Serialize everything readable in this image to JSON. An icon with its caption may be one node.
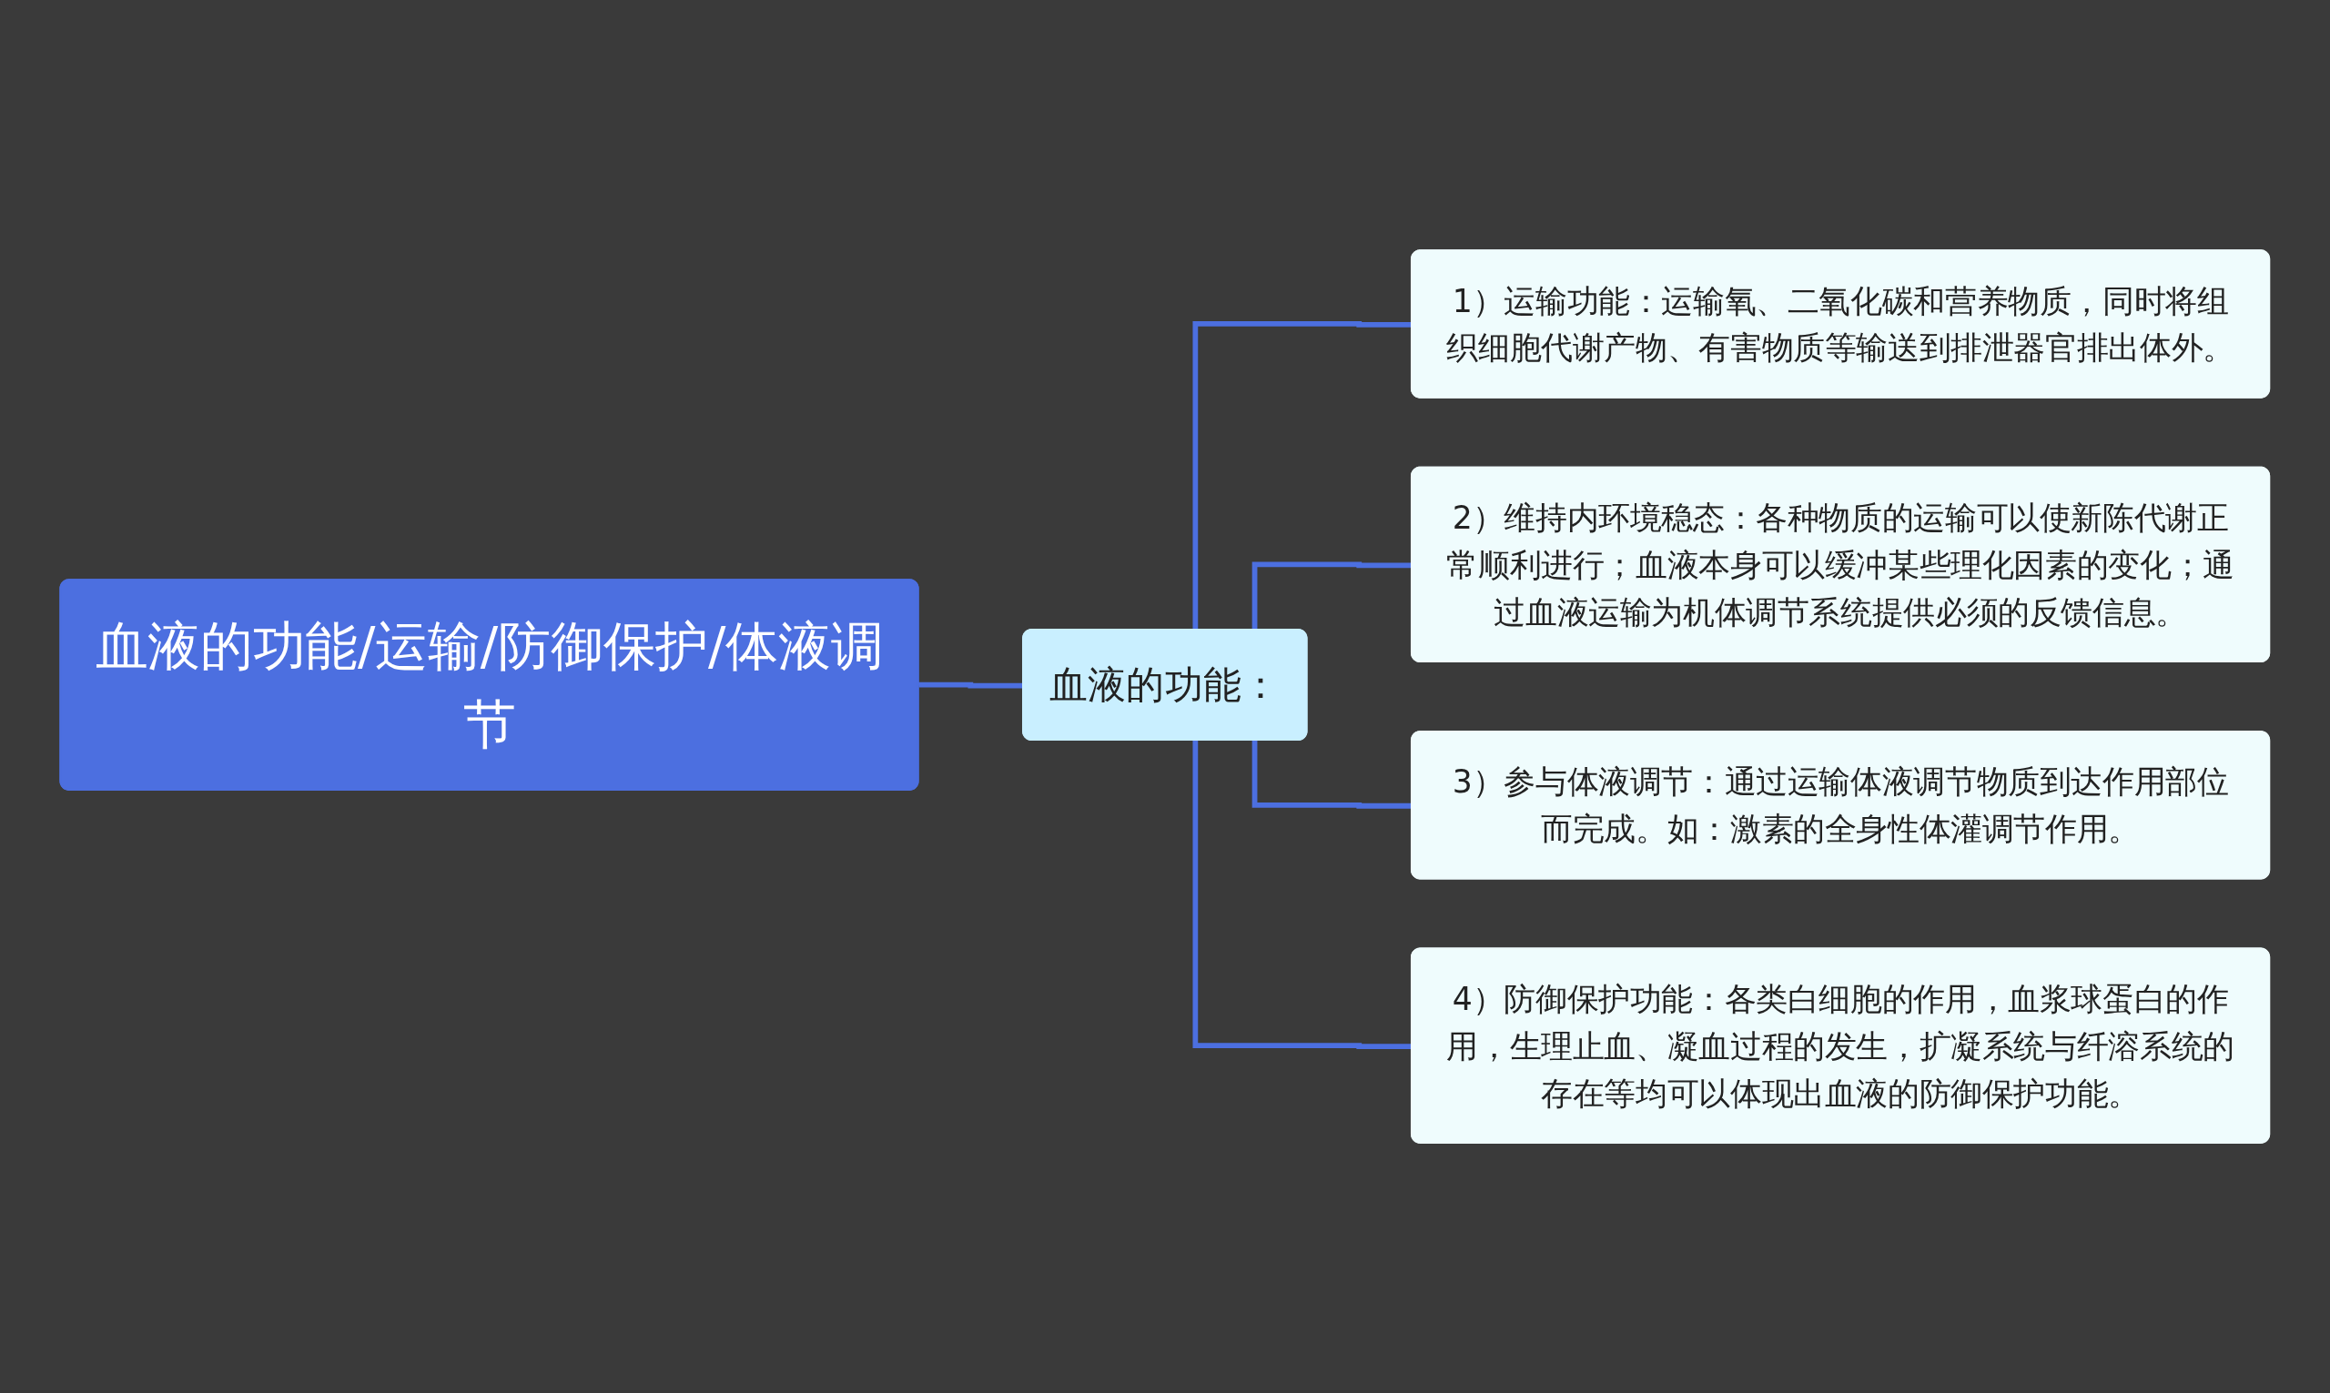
{
  "diagram": {
    "nodes": [
      {
        "text": [
          "血液的功能/运输/防御保护/体液调节"
        ]
      },
      {
        "text": [
          "血液的功能："
        ]
      },
      {
        "text": [
          "1）运输功能：运输氧、二氧化碳和营养物质，同时将组织细胞代谢产物、有害物质等输送到排泄器官排出体外。"
        ]
      },
      {
        "text": [
          "2）维持内环境稳态：各种物质的运输可以使新陈代谢正常顺利进行；血液本身可以缓冲某些理化因素的变化；通过血液运输为机体调节系统提供必须的反馈信息。"
        ]
      },
      {
        "text": [
          "3）参与体液调节：通过运输体液调节物质到达作用部位而完成。如：激素的全身性体灌调节作用。"
        ]
      },
      {
        "text": [
          "4）防御保护功能：各类白细胞的作用，血浆球蛋白的作用，生理止血、凝血过程的发生，扩凝系统与纤溶系统的存在等均可以体现出血液的防御保护功能。"
        ]
      }
    ],
    "edges": [
      {
        "from": 0,
        "to": 1,
        "arrow": "none"
      },
      {
        "from": 1,
        "to": 2,
        "arrow": "none"
      },
      {
        "from": 1,
        "to": 3,
        "arrow": "none"
      },
      {
        "from": 1,
        "to": 4,
        "arrow": "none"
      },
      {
        "from": 1,
        "to": 5,
        "arrow": "none"
      }
    ]
  }
}
